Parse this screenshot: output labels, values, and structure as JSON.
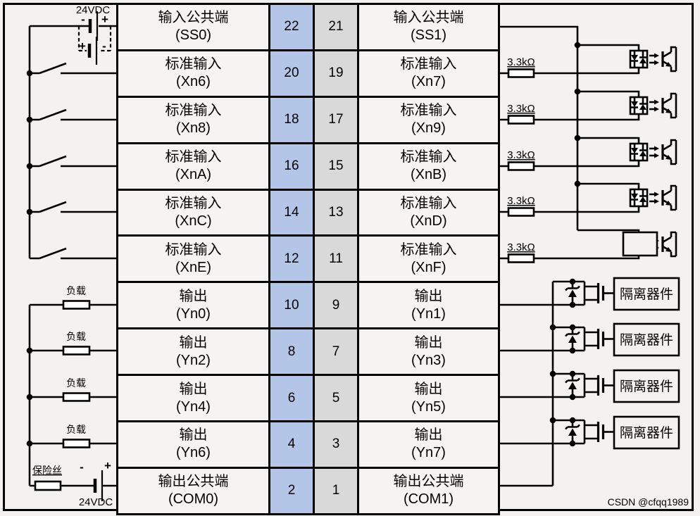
{
  "table": {
    "rows": [
      {
        "left": [
          "输入公共端",
          "(SS0)"
        ],
        "pins": [
          "22",
          "21"
        ],
        "right": [
          "输入公共端",
          "(SS1)"
        ]
      },
      {
        "left": [
          "标准输入",
          "(Xn6)"
        ],
        "pins": [
          "20",
          "19"
        ],
        "right": [
          "标准输入",
          "(Xn7)"
        ]
      },
      {
        "left": [
          "标准输入",
          "(Xn8)"
        ],
        "pins": [
          "18",
          "17"
        ],
        "right": [
          "标准输入",
          "(Xn9)"
        ]
      },
      {
        "left": [
          "标准输入",
          "(XnA)"
        ],
        "pins": [
          "16",
          "15"
        ],
        "right": [
          "标准输入",
          "(XnB)"
        ]
      },
      {
        "left": [
          "标准输入",
          "(XnC)"
        ],
        "pins": [
          "14",
          "13"
        ],
        "right": [
          "标准输入",
          "(XnD)"
        ]
      },
      {
        "left": [
          "标准输入",
          "(XnE)"
        ],
        "pins": [
          "12",
          "11"
        ],
        "right": [
          "标准输入",
          "(XnF)"
        ]
      },
      {
        "left": [
          "输出",
          "(Yn0)"
        ],
        "pins": [
          "10",
          "9"
        ],
        "right": [
          "输出",
          "(Yn1)"
        ]
      },
      {
        "left": [
          "输出",
          "(Yn2)"
        ],
        "pins": [
          "8",
          "7"
        ],
        "right": [
          "输出",
          "(Yn3)"
        ]
      },
      {
        "left": [
          "输出",
          "(Yn4)"
        ],
        "pins": [
          "6",
          "5"
        ],
        "right": [
          "输出",
          "(Yn5)"
        ]
      },
      {
        "left": [
          "输出",
          "(Yn6)"
        ],
        "pins": [
          "4",
          "3"
        ],
        "right": [
          "输出",
          "(Yn7)"
        ]
      },
      {
        "left": [
          "输出公共端",
          "(COM0)"
        ],
        "pins": [
          "2",
          "1"
        ],
        "right": [
          "输出公共端",
          "(COM1)"
        ]
      }
    ]
  },
  "left_circuit": {
    "supply_top_label": "24VDC",
    "battery_minus": "-",
    "battery_plus": "+",
    "alt_battery_plus": "+",
    "alt_battery_minus": "-",
    "load_labels": [
      "负载",
      "负载",
      "负载",
      "负载"
    ],
    "fuse_label": "保险丝",
    "supply_bottom_minus": "-",
    "supply_bottom_plus": "+",
    "supply_bottom_label": "24VDC"
  },
  "right_circuit": {
    "resistor_labels": [
      "3.3kΩ",
      "3.3kΩ",
      "3.3kΩ",
      "3.3kΩ",
      "3.3kΩ"
    ],
    "isolator_labels": [
      "隔离器件",
      "隔离器件",
      "隔离器件",
      "隔离器件"
    ]
  },
  "watermark": "CSDN @cfqq1989",
  "colors": {
    "pin_even_bg": "#b4c6e7",
    "pin_odd_bg": "#d9d9d9",
    "line": "#000000",
    "background": "#f3f2f0",
    "watermark": "#b7b3b1"
  }
}
